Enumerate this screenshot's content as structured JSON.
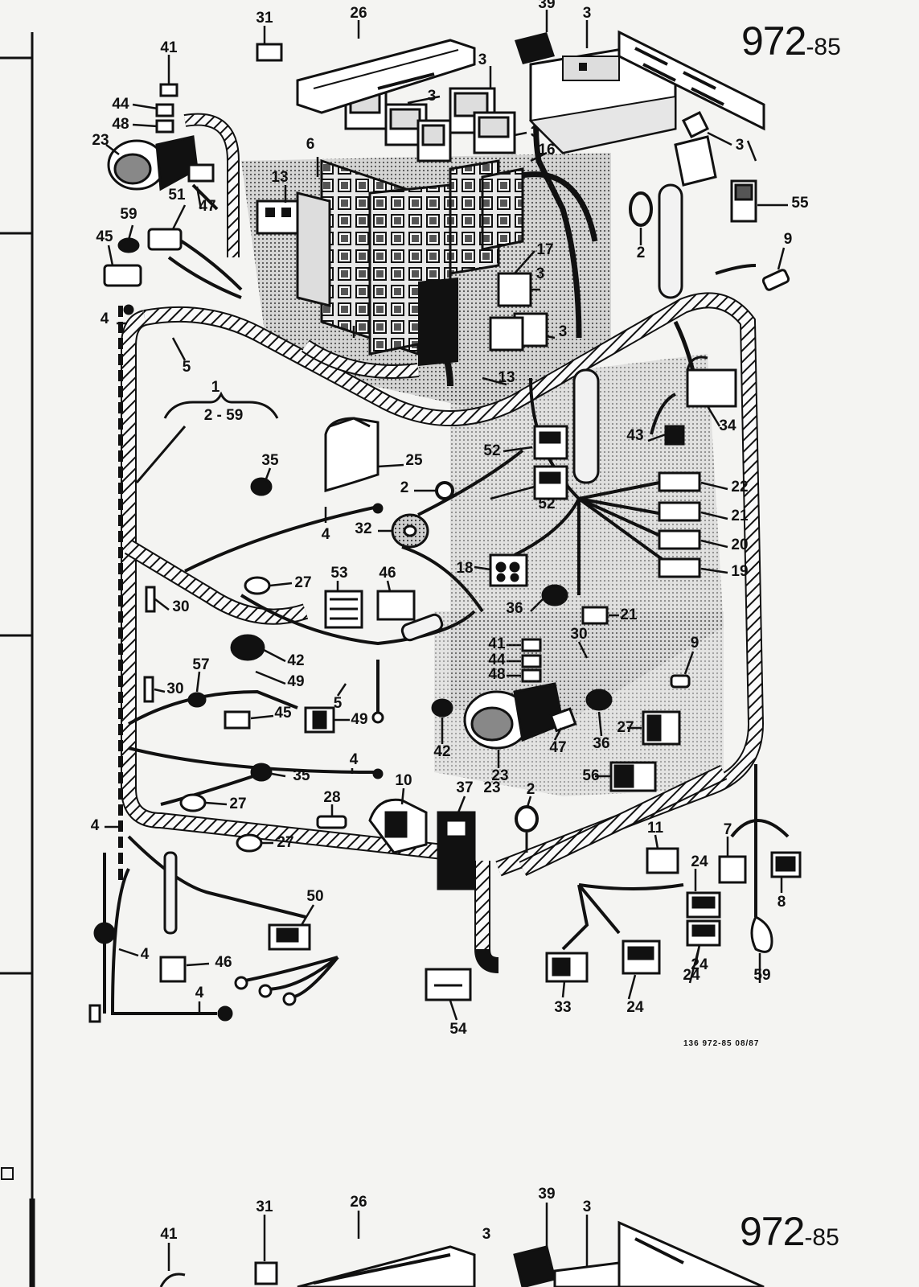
{
  "diagram": {
    "page_number": "972",
    "page_suffix": "-85",
    "reference_code": "136  972-85  08/87",
    "group_label": "1",
    "group_range": "2 - 59"
  },
  "callouts": [
    {
      "id": "c31a",
      "text": "31"
    },
    {
      "id": "c26a",
      "text": "26"
    },
    {
      "id": "c39a",
      "text": "39"
    },
    {
      "id": "c3a",
      "text": "3"
    },
    {
      "id": "c41a",
      "text": "41"
    },
    {
      "id": "c44a",
      "text": "44"
    },
    {
      "id": "c48a",
      "text": "48"
    },
    {
      "id": "c23a",
      "text": "23"
    },
    {
      "id": "c3b",
      "text": "3"
    },
    {
      "id": "c3c",
      "text": "3"
    },
    {
      "id": "c3d",
      "text": "3"
    },
    {
      "id": "c3e",
      "text": "3"
    },
    {
      "id": "c16",
      "text": "16"
    },
    {
      "id": "c6",
      "text": "6"
    },
    {
      "id": "c13a",
      "text": "13"
    },
    {
      "id": "c47a",
      "text": "47"
    },
    {
      "id": "c51",
      "text": "51"
    },
    {
      "id": "c59a",
      "text": "59"
    },
    {
      "id": "c45a",
      "text": "45"
    },
    {
      "id": "c2a",
      "text": "2"
    },
    {
      "id": "c55",
      "text": "55"
    },
    {
      "id": "c9a",
      "text": "9"
    },
    {
      "id": "c17",
      "text": "17"
    },
    {
      "id": "c4a",
      "text": "4"
    },
    {
      "id": "c3f",
      "text": "3"
    },
    {
      "id": "c3g",
      "text": "3"
    },
    {
      "id": "c13b",
      "text": "13"
    },
    {
      "id": "c5a",
      "text": "5"
    },
    {
      "id": "c34",
      "text": "34"
    },
    {
      "id": "c43",
      "text": "43"
    },
    {
      "id": "c35a",
      "text": "35"
    },
    {
      "id": "c25",
      "text": "25"
    },
    {
      "id": "c52a",
      "text": "52"
    },
    {
      "id": "c22",
      "text": "22"
    },
    {
      "id": "c2b",
      "text": "2"
    },
    {
      "id": "c52b",
      "text": "52"
    },
    {
      "id": "c21a",
      "text": "21"
    },
    {
      "id": "c4b",
      "text": "4"
    },
    {
      "id": "c32",
      "text": "32"
    },
    {
      "id": "c20",
      "text": "20"
    },
    {
      "id": "c18",
      "text": "18"
    },
    {
      "id": "c19",
      "text": "19"
    },
    {
      "id": "c27a",
      "text": "27"
    },
    {
      "id": "c53",
      "text": "53"
    },
    {
      "id": "c46a",
      "text": "46"
    },
    {
      "id": "c30a",
      "text": "30"
    },
    {
      "id": "c36a",
      "text": "36"
    },
    {
      "id": "c21b",
      "text": "21"
    },
    {
      "id": "c42a",
      "text": "42"
    },
    {
      "id": "c49a",
      "text": "49"
    },
    {
      "id": "c41b",
      "text": "41"
    },
    {
      "id": "c44b",
      "text": "44"
    },
    {
      "id": "c48b",
      "text": "48"
    },
    {
      "id": "c30b",
      "text": "30"
    },
    {
      "id": "c9b",
      "text": "9"
    },
    {
      "id": "c57",
      "text": "57"
    },
    {
      "id": "c30c",
      "text": "30"
    },
    {
      "id": "c5b",
      "text": "5"
    },
    {
      "id": "c45b",
      "text": "45"
    },
    {
      "id": "c49b",
      "text": "49"
    },
    {
      "id": "c42b",
      "text": "42"
    },
    {
      "id": "c23b",
      "text": "23"
    },
    {
      "id": "c47b",
      "text": "47"
    },
    {
      "id": "c36b",
      "text": "36"
    },
    {
      "id": "c27b",
      "text": "27"
    },
    {
      "id": "c35b",
      "text": "35"
    },
    {
      "id": "c4c",
      "text": "4"
    },
    {
      "id": "c10",
      "text": "10"
    },
    {
      "id": "c37",
      "text": "37"
    },
    {
      "id": "c23c",
      "text": "23"
    },
    {
      "id": "c2c",
      "text": "2"
    },
    {
      "id": "c56",
      "text": "56"
    },
    {
      "id": "c27c",
      "text": "27"
    },
    {
      "id": "c28",
      "text": "28"
    },
    {
      "id": "c4d",
      "text": "4"
    },
    {
      "id": "c27d",
      "text": "27"
    },
    {
      "id": "c11",
      "text": "11"
    },
    {
      "id": "c7",
      "text": "7"
    },
    {
      "id": "c24a",
      "text": "24"
    },
    {
      "id": "c8",
      "text": "8"
    },
    {
      "id": "c50",
      "text": "50"
    },
    {
      "id": "c4e",
      "text": "4"
    },
    {
      "id": "c46b",
      "text": "46"
    },
    {
      "id": "c24b",
      "text": "24"
    },
    {
      "id": "c4f",
      "text": "4"
    },
    {
      "id": "c33",
      "text": "33"
    },
    {
      "id": "c24c",
      "text": "24"
    },
    {
      "id": "c24d",
      "text": "24"
    },
    {
      "id": "c59b",
      "text": "59"
    },
    {
      "id": "c54",
      "text": "54"
    },
    {
      "id": "c31b",
      "text": "31"
    },
    {
      "id": "c26b",
      "text": "26"
    },
    {
      "id": "c39b",
      "text": "39"
    },
    {
      "id": "c3h",
      "text": "3"
    },
    {
      "id": "c41c",
      "text": "41"
    },
    {
      "id": "c3i",
      "text": "3"
    }
  ]
}
